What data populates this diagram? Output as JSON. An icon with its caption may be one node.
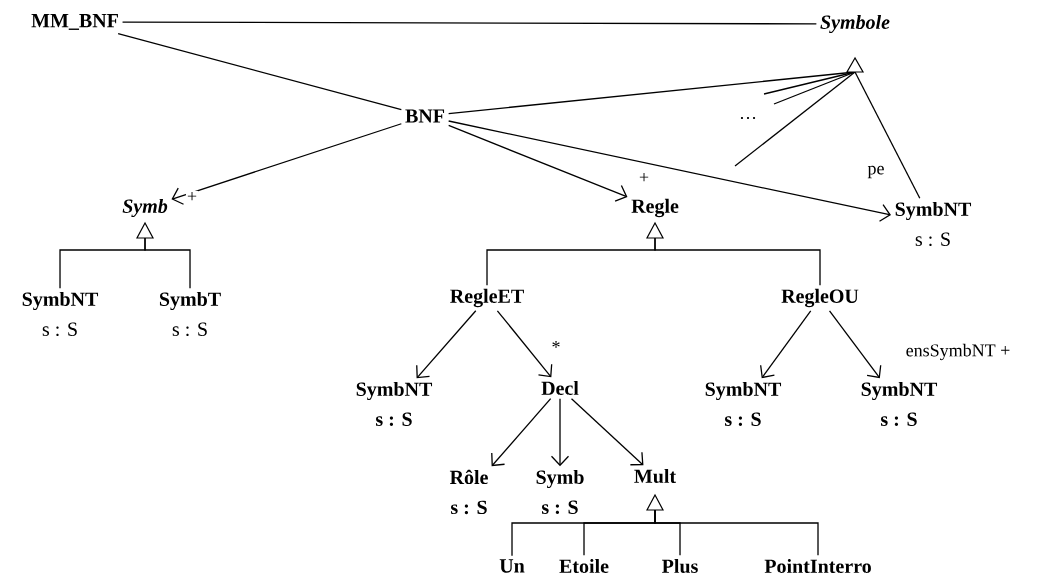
{
  "diagram": {
    "nodes": [
      {
        "text": [
          "MM_BNF"
        ]
      },
      {
        "text": [
          "Symbole"
        ]
      },
      {
        "text": [
          "BNF"
        ]
      },
      {
        "text": [
          "Symb"
        ]
      },
      {
        "text": [
          "Regle"
        ]
      },
      {
        "text": [
          "SymbNT",
          "s : S"
        ]
      },
      {
        "text": [
          "SymbNT",
          "s : S"
        ]
      },
      {
        "text": [
          "SymbT",
          "s : S"
        ]
      },
      {
        "text": [
          "RegleET"
        ]
      },
      {
        "text": [
          "RegleOU"
        ]
      },
      {
        "text": [
          "SymbNT",
          "s : S"
        ]
      },
      {
        "text": [
          "Decl"
        ]
      },
      {
        "text": [
          "SymbNT",
          "s : S"
        ]
      },
      {
        "text": [
          "SymbNT",
          "s : S"
        ]
      },
      {
        "text": [
          "Rôle",
          "s : S"
        ]
      },
      {
        "text": [
          "Symb",
          "s : S"
        ]
      },
      {
        "text": [
          "Mult"
        ]
      },
      {
        "text": [
          "Un"
        ]
      },
      {
        "text": [
          "Etoile"
        ]
      },
      {
        "text": [
          "Plus"
        ]
      },
      {
        "text": [
          "PointInterro"
        ]
      }
    ],
    "edges": [
      {
        "from": 0,
        "to": 1,
        "arrow": "none"
      },
      {
        "from": 0,
        "to": 2,
        "arrow": "none"
      },
      {
        "from": 2,
        "to": 1,
        "arrow": "to"
      },
      {
        "from": null,
        "to": 1,
        "arrow": "to"
      },
      {
        "from": null,
        "to": 1,
        "arrow": "to"
      },
      {
        "from": null,
        "to": 1,
        "arrow": "to"
      },
      {
        "from": 5,
        "to": 1,
        "arrow": "to"
      },
      {
        "from": 2,
        "to": 3,
        "arrow": "to",
        "label": "+"
      },
      {
        "from": 2,
        "to": 4,
        "arrow": "to",
        "label": "+"
      },
      {
        "from": 2,
        "to": 5,
        "arrow": "to",
        "label": "pe"
      },
      {
        "from": 6,
        "to": 3,
        "arrow": "to"
      },
      {
        "from": 7,
        "to": 3,
        "arrow": "to"
      },
      {
        "from": 8,
        "to": 4,
        "arrow": "to"
      },
      {
        "from": 9,
        "to": 4,
        "arrow": "to"
      },
      {
        "from": 8,
        "to": 10,
        "arrow": "to"
      },
      {
        "from": 8,
        "to": 11,
        "arrow": "to",
        "label": "*"
      },
      {
        "from": 9,
        "to": 12,
        "arrow": "to"
      },
      {
        "from": 9,
        "to": 13,
        "arrow": "to",
        "label": "ensSymbNT +"
      },
      {
        "from": 11,
        "to": 14,
        "arrow": "to"
      },
      {
        "from": 11,
        "to": 15,
        "arrow": "to"
      },
      {
        "from": 11,
        "to": 16,
        "arrow": "to"
      },
      {
        "from": 17,
        "to": 16,
        "arrow": "to"
      },
      {
        "from": 18,
        "to": 16,
        "arrow": "to"
      },
      {
        "from": 19,
        "to": 16,
        "arrow": "to"
      },
      {
        "from": 20,
        "to": 16,
        "arrow": "to"
      }
    ],
    "labels": [
      "…"
    ]
  }
}
